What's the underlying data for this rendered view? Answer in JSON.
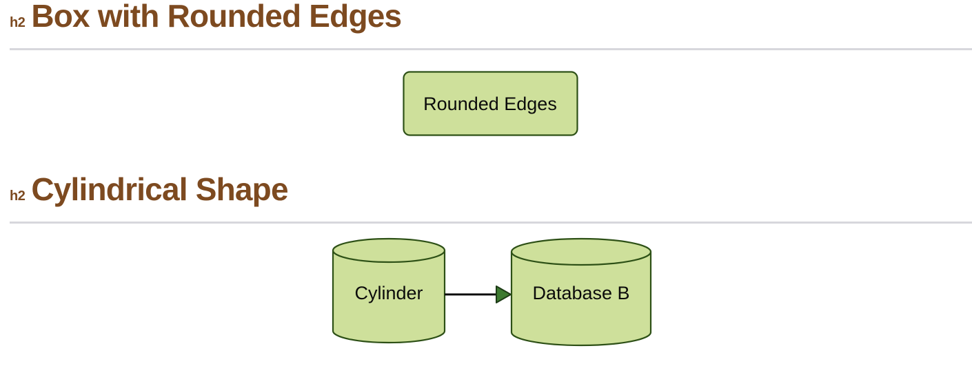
{
  "page": {
    "background_color": "#ffffff",
    "heading_color": "#7d4a20",
    "rule_color": "#d7d7dc"
  },
  "theme": {
    "shape_fill": "#cee09b",
    "shape_stroke": "#2d5016",
    "arrow_line_color": "#0b0b0b",
    "arrow_head_fill": "#3d7a30",
    "arrow_head_stroke": "#1d3b16",
    "label_text_color": "#0b0b0b"
  },
  "sections": [
    {
      "tag": "h2",
      "title": "Box with Rounded Edges",
      "diagram": {
        "type": "flowchart",
        "nodes": [
          {
            "id": "rounded-edges",
            "shape": "rounded-rect",
            "label": "Rounded Edges"
          }
        ],
        "edges": []
      }
    },
    {
      "tag": "h2",
      "title": "Cylindrical Shape",
      "diagram": {
        "type": "flowchart",
        "nodes": [
          {
            "id": "cylinder",
            "shape": "cylinder",
            "label": "Cylinder"
          },
          {
            "id": "database-b",
            "shape": "cylinder",
            "label": "Database B"
          }
        ],
        "edges": [
          {
            "from": "cylinder",
            "to": "database-b",
            "label": "",
            "arrow": "solid-arrow"
          }
        ]
      }
    }
  ]
}
